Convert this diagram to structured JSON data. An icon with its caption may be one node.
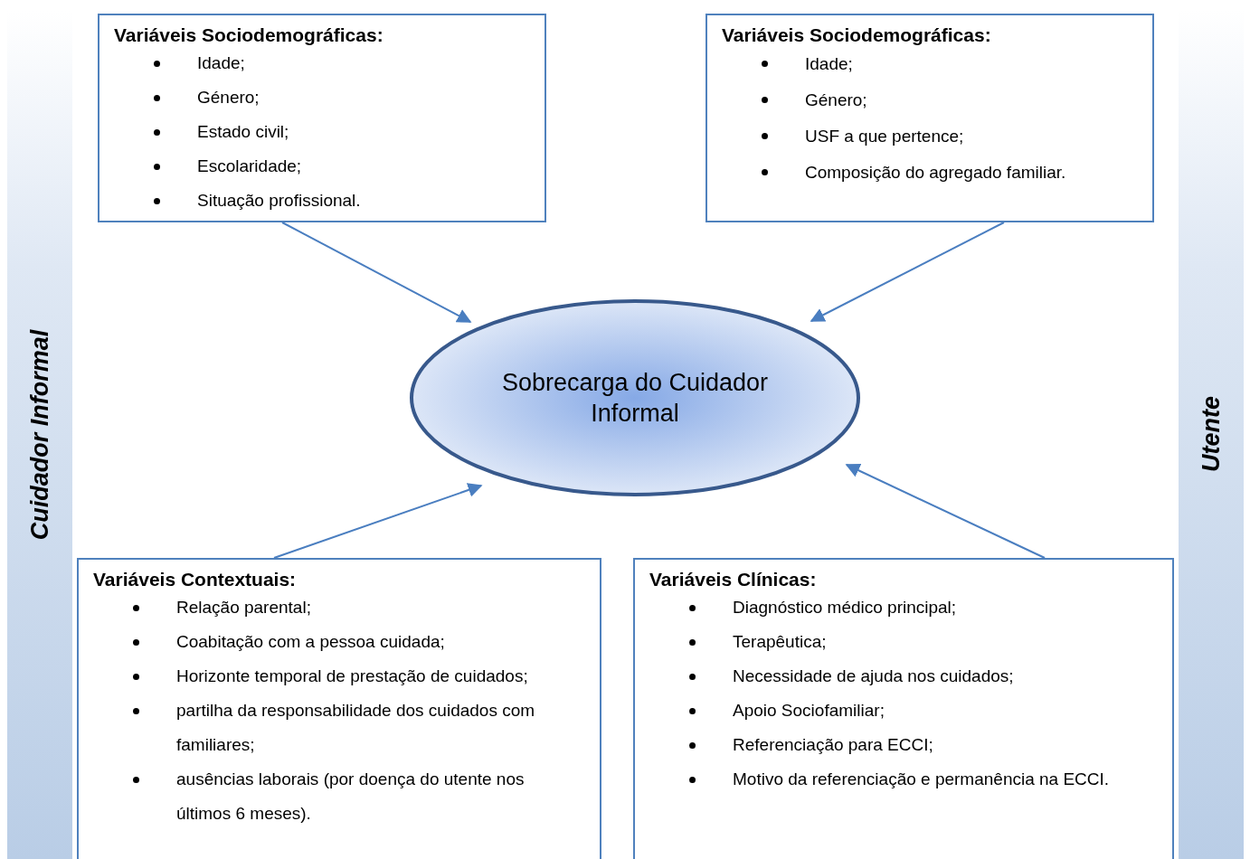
{
  "diagram": {
    "nodes": [
      {
        "text": [
          "Cuidador Informal"
        ]
      },
      {
        "text": [
          "Utente"
        ]
      },
      {
        "text": [
          "Variáveis Sociodemográficas:",
          "Idade;",
          "Género;",
          "Estado civil;",
          "Escolaridade;",
          "Situação profissional."
        ]
      },
      {
        "text": [
          "Variáveis Sociodemográficas:",
          "Idade;",
          "Género;",
          "USF a que pertence;",
          "Composição do agregado familiar."
        ]
      },
      {
        "text": [
          "Sobrecarga do Cuidador Informal"
        ]
      },
      {
        "text": [
          "Variáveis Contextuais:",
          "Relação parental;",
          "Coabitação com a pessoa cuidada;",
          "Horizonte temporal de prestação de cuidados;",
          "partilha da responsabilidade dos cuidados com familiares;",
          "ausências laborais (por doença do utente nos últimos 6 meses)."
        ]
      },
      {
        "text": [
          "Variáveis Clínicas:",
          "Diagnóstico médico principal;",
          "Terapêutica;",
          "Necessidade de ajuda nos cuidados;",
          "Apoio Sociofamiliar;",
          "Referenciação para ECCI;",
          "Motivo da referenciação e permanência na ECCI."
        ]
      }
    ],
    "edges": [
      {
        "from": 2,
        "to": 4,
        "arrow": "to"
      },
      {
        "from": 3,
        "to": 4,
        "arrow": "to"
      },
      {
        "from": 5,
        "to": 4,
        "arrow": "to"
      },
      {
        "from": 6,
        "to": 4,
        "arrow": "to"
      }
    ]
  }
}
